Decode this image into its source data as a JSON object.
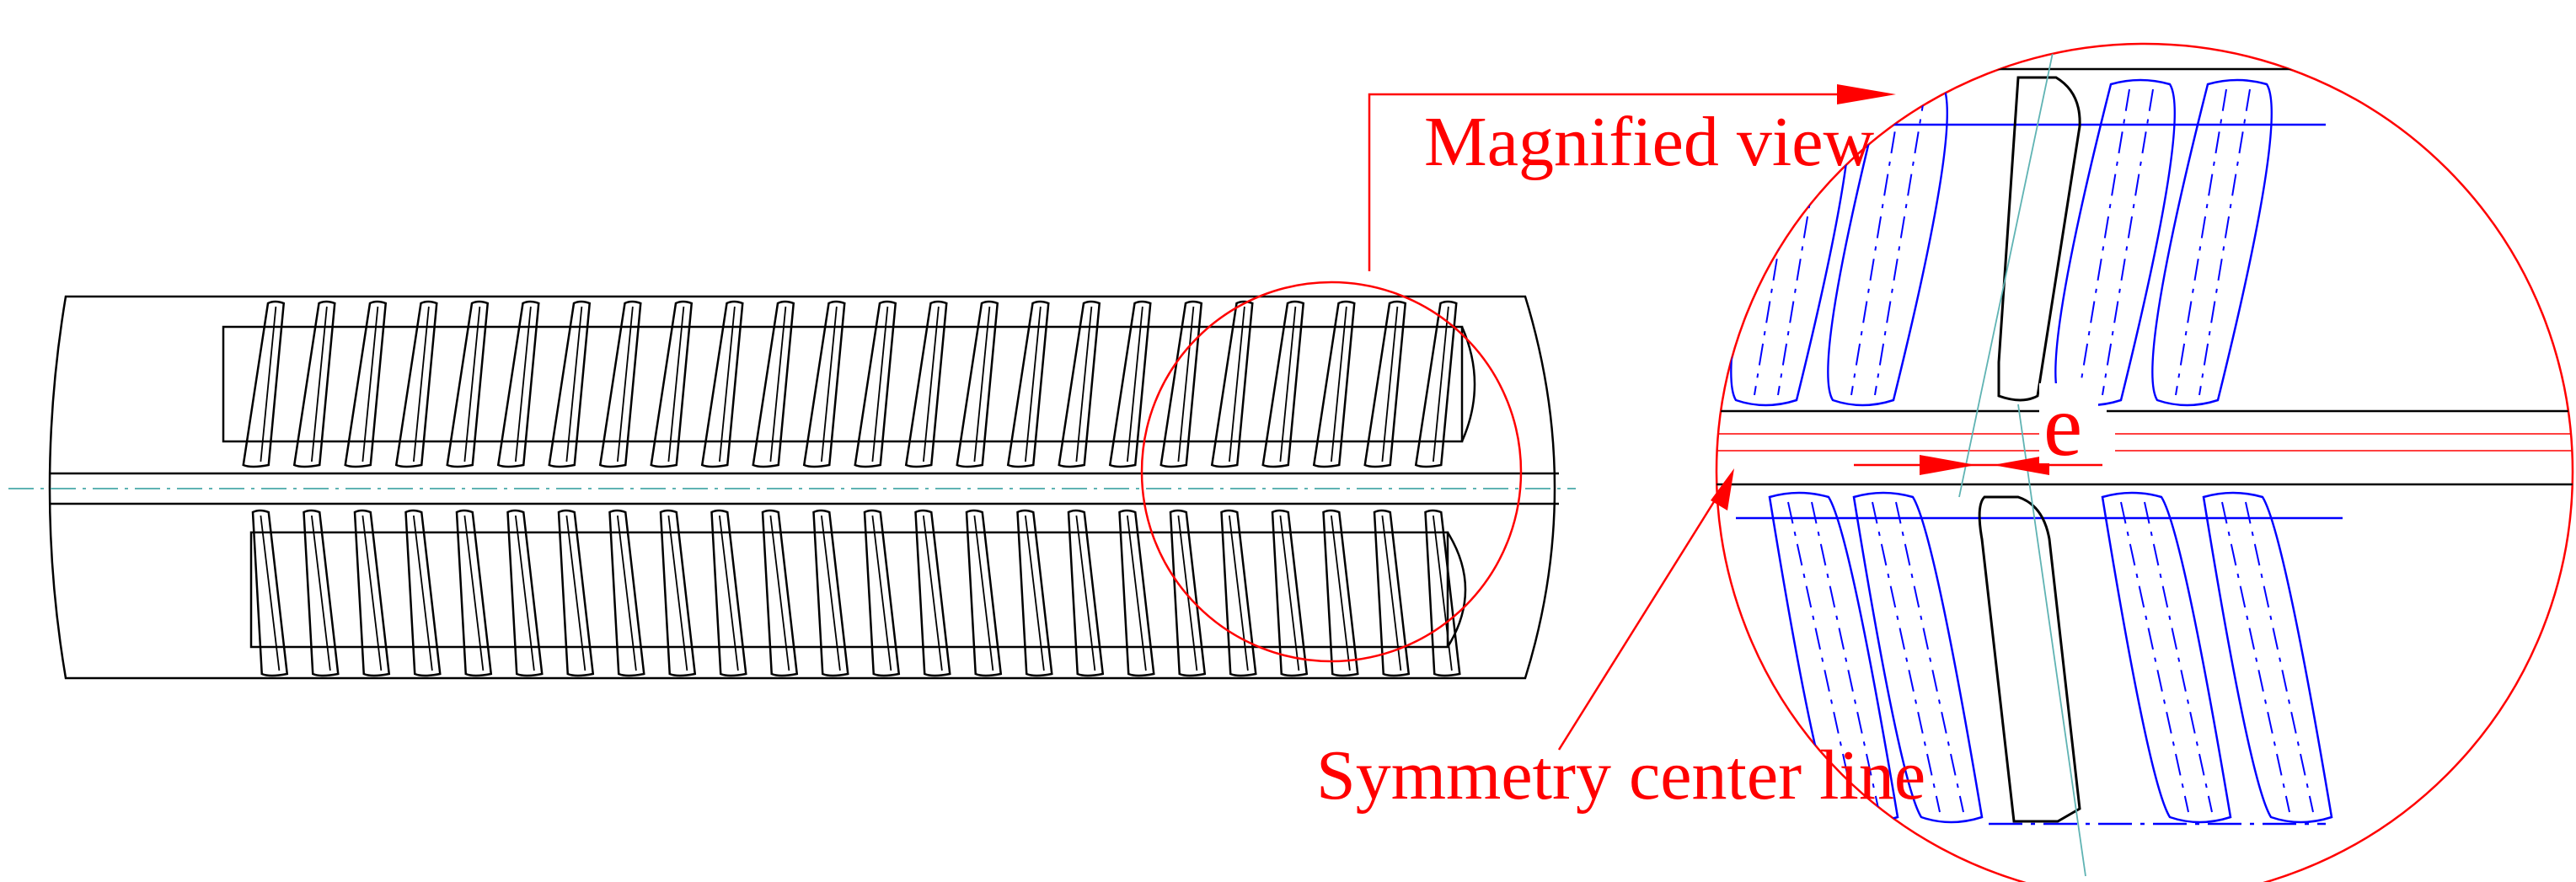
{
  "labels": {
    "magnified_view": "Magnified view",
    "symmetry_center_line": "Symmetry center line",
    "eccentricity": "e"
  },
  "colors": {
    "outline": "#000000",
    "annotation": "#ff0000",
    "hidden_lines": "#0000ff",
    "center_line": "#5fb3b3"
  },
  "components": {
    "upper_screw": {
      "thread_count": 24
    },
    "lower_screw": {
      "thread_count": 24
    }
  }
}
